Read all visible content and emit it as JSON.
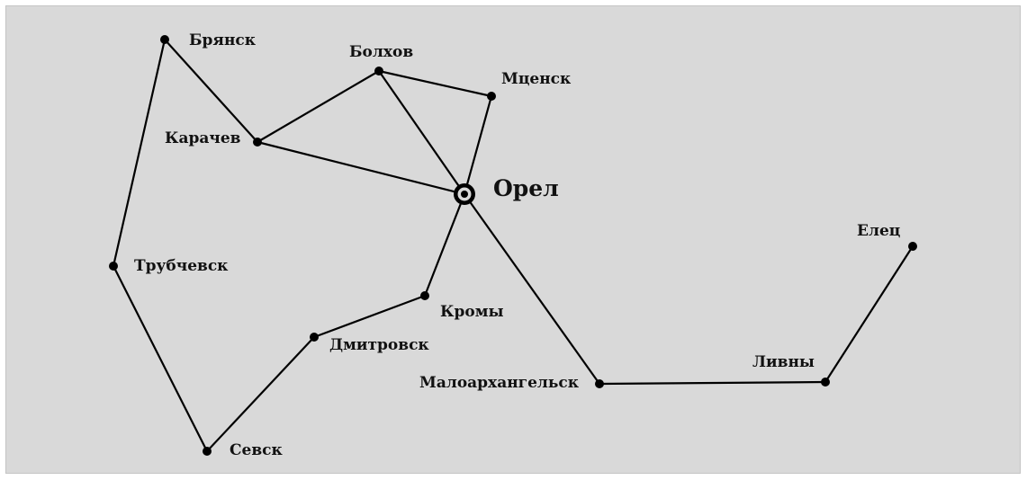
{
  "map": {
    "cities": {
      "bryansk": "Брянск",
      "bolkhov": "Болхов",
      "mtsensk": "Мценск",
      "karachev": "Карачев",
      "orel": "Орел",
      "trubchevsk": "Трубчевск",
      "kromy": "Кромы",
      "dmitrovsk": "Дмитровск",
      "maloarkhangelsk": "Малоархангельск",
      "livny": "Ливны",
      "yelets": "Елец",
      "sevsk": "Севск"
    },
    "capital": "orel",
    "roads": [
      [
        "bryansk",
        "karachev"
      ],
      [
        "bryansk",
        "trubchevsk"
      ],
      [
        "trubchevsk",
        "sevsk"
      ],
      [
        "sevsk",
        "dmitrovsk"
      ],
      [
        "dmitrovsk",
        "kromy"
      ],
      [
        "kromy",
        "orel"
      ],
      [
        "karachev",
        "bolkhov"
      ],
      [
        "karachev",
        "orel"
      ],
      [
        "bolkhov",
        "orel"
      ],
      [
        "bolkhov",
        "mtsensk"
      ],
      [
        "mtsensk",
        "orel"
      ],
      [
        "orel",
        "maloarkhangelsk"
      ],
      [
        "maloarkhangelsk",
        "livny"
      ],
      [
        "livny",
        "yelets"
      ]
    ],
    "colors": {
      "background": "#d9d9d9",
      "road": "#000000",
      "text": "#111111"
    }
  }
}
